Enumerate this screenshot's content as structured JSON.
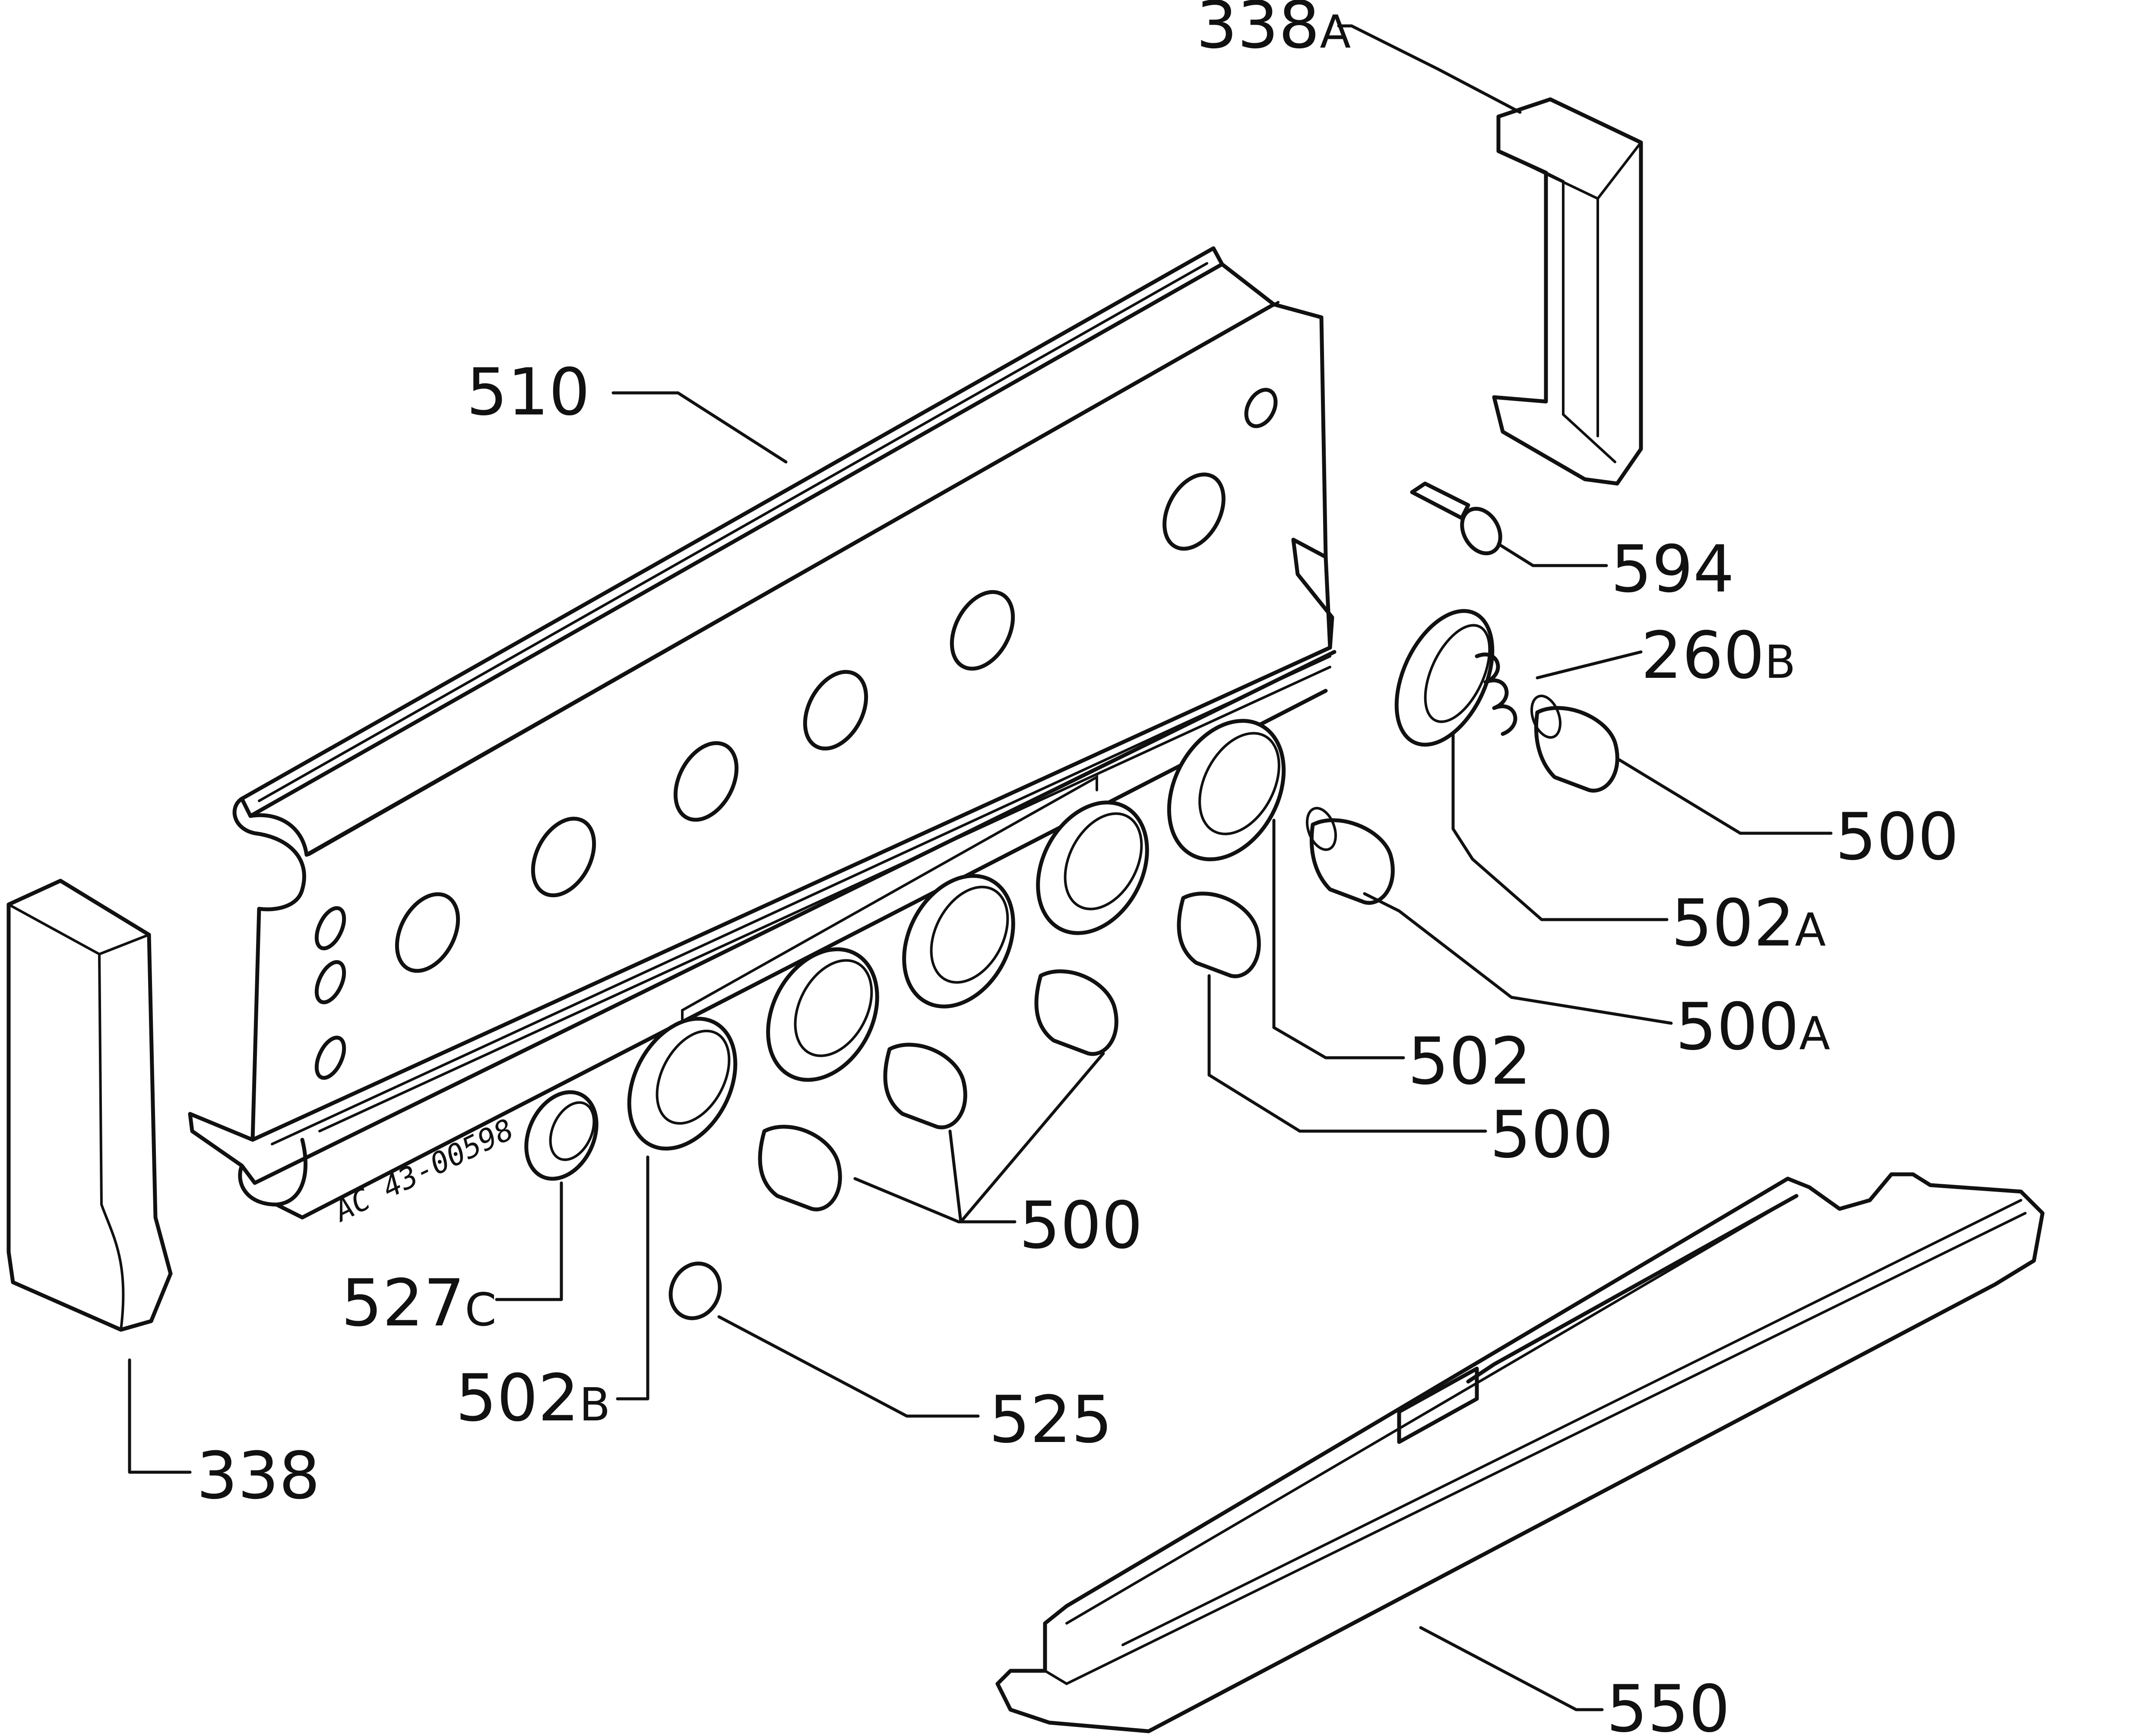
{
  "callouts": {
    "c338A": {
      "num": "338",
      "suffix": "A"
    },
    "c510": {
      "num": "510",
      "suffix": ""
    },
    "c594": {
      "num": "594",
      "suffix": ""
    },
    "c260B": {
      "num": "260",
      "suffix": "B"
    },
    "c500_top": {
      "num": "500",
      "suffix": ""
    },
    "c502A": {
      "num": "502",
      "suffix": "A"
    },
    "c500A": {
      "num": "500",
      "suffix": "A"
    },
    "c502": {
      "num": "502",
      "suffix": ""
    },
    "c500_mid": {
      "num": "500",
      "suffix": ""
    },
    "c500_low": {
      "num": "500",
      "suffix": ""
    },
    "c527C": {
      "num": "527",
      "suffix": "C"
    },
    "c502B": {
      "num": "502",
      "suffix": "B"
    },
    "c525": {
      "num": "525",
      "suffix": ""
    },
    "c338": {
      "num": "338",
      "suffix": ""
    },
    "c550": {
      "num": "550",
      "suffix": ""
    }
  },
  "stamp_text": "AC 43-00598",
  "colors": {
    "ink": "#111111",
    "paper": "#ffffff"
  }
}
